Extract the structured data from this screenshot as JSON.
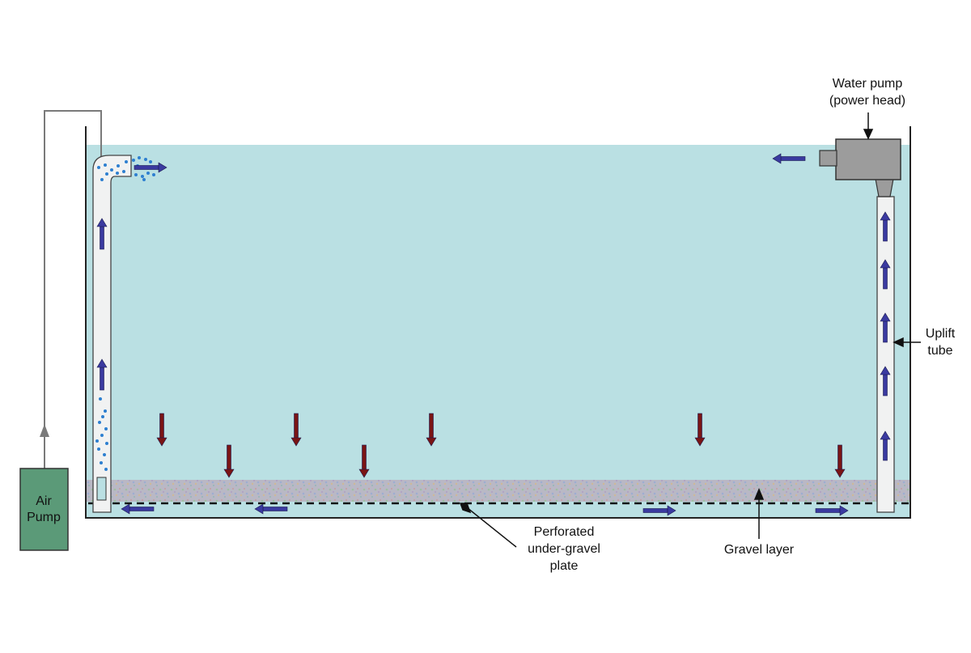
{
  "labels": {
    "air_pump": [
      "Air",
      "Pump"
    ],
    "water_pump": [
      "Water pump",
      "(power head)"
    ],
    "uplift_tube": [
      "Uplift",
      "tube"
    ],
    "perforated_plate": [
      "Perforated",
      "under-gravel",
      "plate"
    ],
    "gravel_layer": "Gravel layer"
  },
  "colors": {
    "water": "#bae0e3",
    "tank_wall": "#222222",
    "air_pump": "#5b9a78",
    "power_head": "#9c9c9c",
    "flow_arrow_blue": "#3a3aa0",
    "down_arrow_red": "#7a1414",
    "air_bubble": "#2d7fd0",
    "air_line": "#7a7a7a",
    "tube": "#f1f2f2",
    "gravel": "#b7b0c0"
  },
  "icons": {
    "flow_arrow": "arrow-icon",
    "bubble": "bubble-icon",
    "air_stone": "air-stone-icon"
  }
}
